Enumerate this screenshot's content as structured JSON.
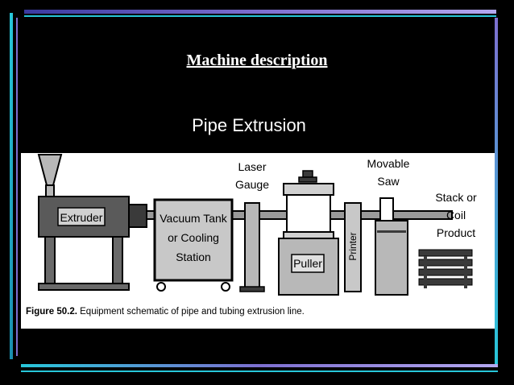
{
  "slide": {
    "title": "Machine description",
    "subtitle": "Pipe Extrusion"
  },
  "diagram": {
    "labels": {
      "extruder": "Extruder",
      "vacuum_line1": "Vacuum Tank",
      "vacuum_line2": "or Cooling",
      "vacuum_line3": "Station",
      "laser_line1": "Laser",
      "laser_line2": "Gauge",
      "puller": "Puller",
      "printer": "Printer",
      "saw_line1": "Movable",
      "saw_line2": "Saw",
      "stack_line1": "Stack or",
      "stack_line2": "Coil",
      "stack_line3": "Product"
    },
    "caption_figure": "Figure 50.2.",
    "caption_text": "Equipment schematic of pipe and tubing extrusion line."
  },
  "colors": {
    "background": "#000000",
    "frame_cyan": "#27c6d9",
    "frame_purple": "#7d6fd0",
    "equipment_gray": "#b8b8b8",
    "equipment_dark": "#3a3a3a"
  }
}
